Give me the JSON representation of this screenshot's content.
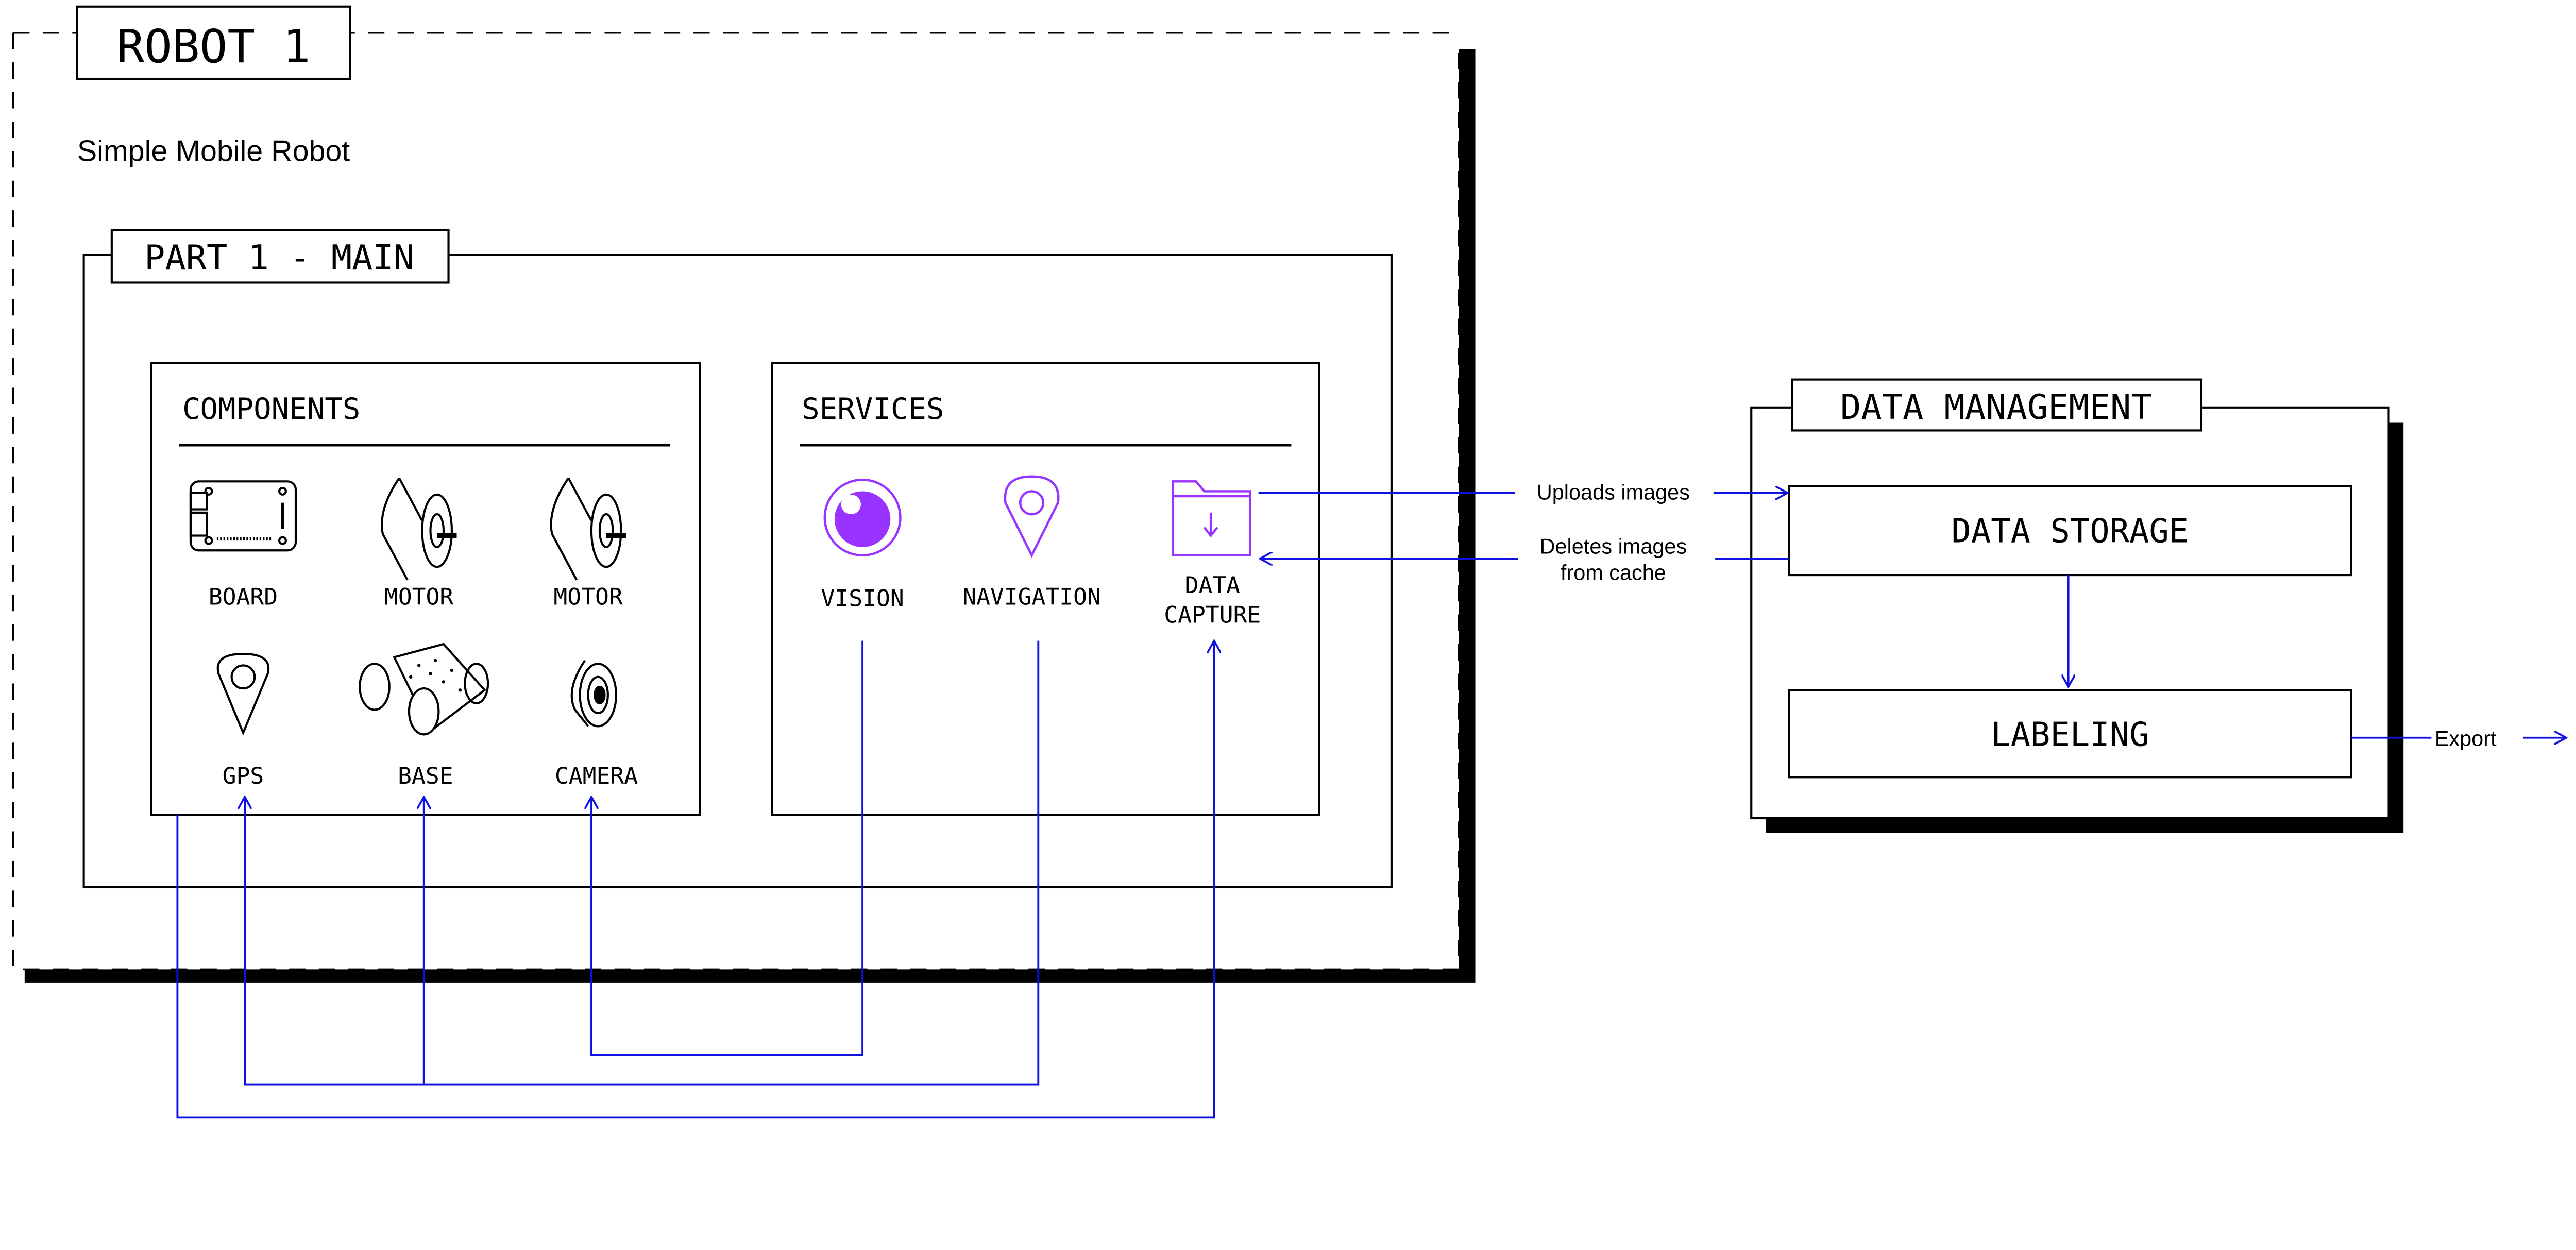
{
  "robot": {
    "title": "ROBOT 1",
    "subtitle": "Simple Mobile Robot"
  },
  "part": {
    "title": "PART 1 - MAIN"
  },
  "components": {
    "title": "COMPONENTS",
    "items": [
      {
        "label": "BOARD",
        "icon": "board-icon"
      },
      {
        "label": "MOTOR",
        "icon": "motor-icon"
      },
      {
        "label": "MOTOR",
        "icon": "motor-icon"
      },
      {
        "label": "GPS",
        "icon": "map-pin-icon"
      },
      {
        "label": "BASE",
        "icon": "rover-base-icon"
      },
      {
        "label": "CAMERA",
        "icon": "camera-icon"
      }
    ]
  },
  "services": {
    "title": "SERVICES",
    "items": [
      {
        "label": "VISION",
        "icon": "eye-icon"
      },
      {
        "label": "NAVIGATION",
        "icon": "map-pin-icon"
      },
      {
        "label_line1": "DATA",
        "label_line2": "CAPTURE",
        "icon": "folder-download-icon"
      }
    ]
  },
  "data_management": {
    "title": "DATA MANAGEMENT",
    "storage": "DATA STORAGE",
    "labeling": "LABELING"
  },
  "edges": {
    "uploads": "Uploads images",
    "deletes_line1": "Deletes images",
    "deletes_line2": "from cache",
    "export": "Export"
  },
  "colors": {
    "wire": "#1010e0",
    "service_accent": "#9933ff",
    "line": "#000000"
  }
}
